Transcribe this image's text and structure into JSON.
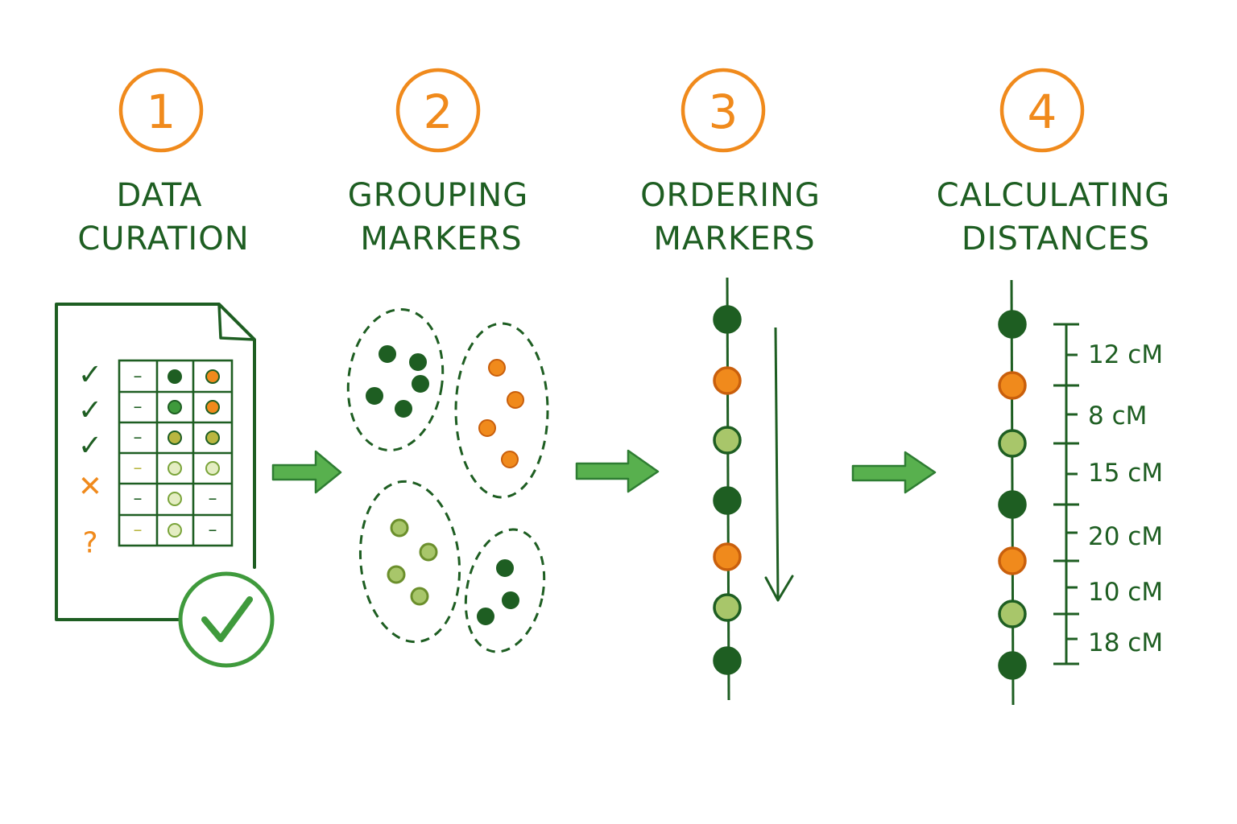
{
  "colors": {
    "dark_green": "#1e5e22",
    "mid_green": "#3f9a3c",
    "light_green": "#a8c66a",
    "olive": "#b9b640",
    "orange": "#f08a1c",
    "arrow_green": "#58b04e"
  },
  "steps": [
    {
      "number": "1",
      "title_line1": "DATA",
      "title_line2": "CURATION"
    },
    {
      "number": "2",
      "title_line1": "GROUPING",
      "title_line2": "MARKERS"
    },
    {
      "number": "3",
      "title_line1": "ORDERING",
      "title_line2": "MARKERS"
    },
    {
      "number": "4",
      "title_line1": "CALCULATING",
      "title_line2": "DISTANCES"
    }
  ],
  "curation": {
    "status_glyphs": [
      "✓",
      "✓",
      "✓",
      "✕",
      "?"
    ],
    "status_colors": [
      "dark",
      "dark",
      "dark",
      "orange",
      "orange"
    ],
    "dash_glyph": "–",
    "approved_icon": "check-circle-icon",
    "rows": [
      [
        "dash-dark",
        "dot-dark",
        "dot-orange"
      ],
      [
        "dash-dark",
        "dot-mid",
        "dot-orange"
      ],
      [
        "dash-dark",
        "dot-olive",
        "dot-olive"
      ],
      [
        "dash-olive",
        "ring-light",
        "ring-light"
      ],
      [
        "dash-dark",
        "ring-light",
        "dash-dark"
      ],
      [
        "dash-olive",
        "ring-light",
        "dash-dark"
      ]
    ]
  },
  "clusters": [
    {
      "color": "dark_green"
    },
    {
      "color": "orange"
    },
    {
      "color": "light_green"
    },
    {
      "color": "dark_green"
    }
  ],
  "ordering_markers": [
    "dark_green",
    "orange",
    "light_green",
    "dark_green",
    "orange",
    "light_green",
    "dark_green"
  ],
  "distance_markers": [
    "dark_green",
    "orange",
    "light_green",
    "dark_green",
    "orange",
    "light_green",
    "dark_green"
  ],
  "distances": [
    "12 cM",
    "8 cM",
    "15 cM",
    "20 cM",
    "10 cM",
    "18 cM"
  ]
}
